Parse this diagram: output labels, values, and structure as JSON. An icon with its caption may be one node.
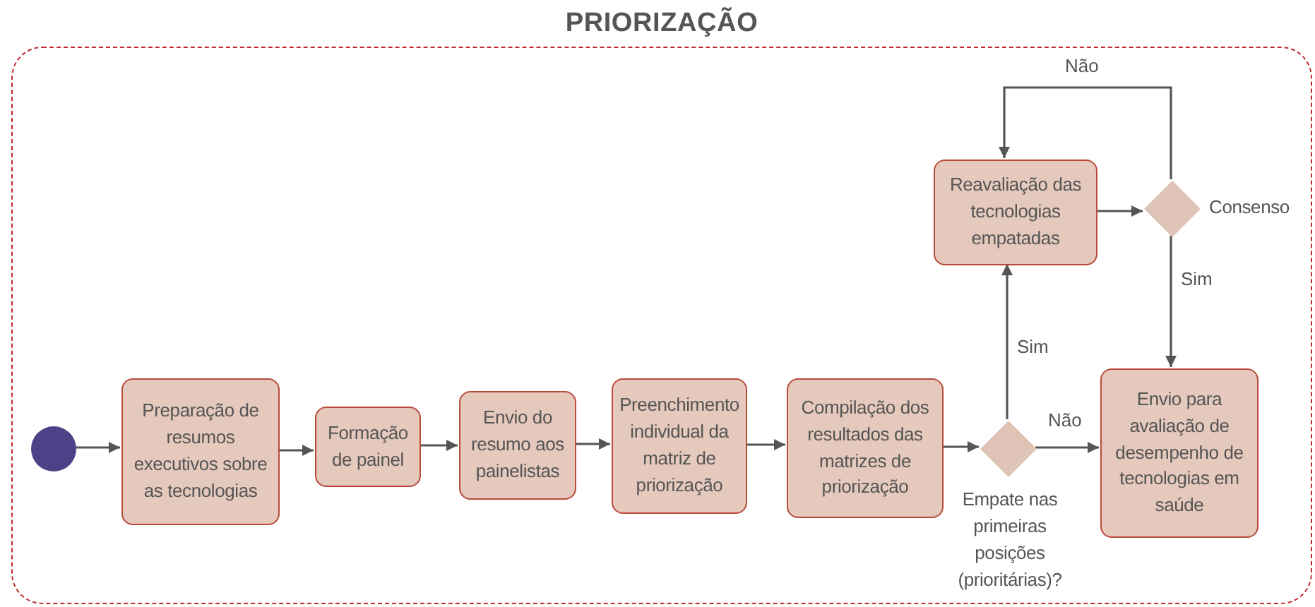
{
  "diagram": {
    "nodes": [
      {
        "text": [
          "PRIORIZAÇÃO"
        ]
      },
      {
        "text": [],
        "shape": "circle",
        "in": 0
      },
      {
        "text": [
          "Preparação de resumos executivos sobre as tecnologias"
        ],
        "in": 0
      },
      {
        "text": [
          "Formação de painel"
        ],
        "in": 0
      },
      {
        "text": [
          "Envio do resumo aos painelistas"
        ],
        "in": 0
      },
      {
        "text": [
          "Preenchimento individual da matriz de priorização"
        ],
        "in": 0
      },
      {
        "text": [
          "Compilação dos resultados das matrizes de priorização"
        ],
        "in": 0
      },
      {
        "text": [],
        "shape": "diamond",
        "in": 0,
        "beside": [
          "Empate nas primeiras posições (prioritárias)?"
        ]
      },
      {
        "text": [
          "Reavaliação das tecnologias empatadas"
        ],
        "in": 0
      },
      {
        "text": [],
        "shape": "diamond",
        "in": 0,
        "beside": [
          "Consenso"
        ]
      },
      {
        "text": [
          "Envio para avaliação de desempenho de tecnologias em saúde"
        ],
        "in": 0
      }
    ],
    "edges": [
      {
        "from": 1,
        "to": 2,
        "arrow": "to"
      },
      {
        "from": 2,
        "to": 3,
        "arrow": "to"
      },
      {
        "from": 3,
        "to": 4,
        "arrow": "to"
      },
      {
        "from": 4,
        "to": 5,
        "arrow": "to"
      },
      {
        "from": 5,
        "to": 6,
        "arrow": "to"
      },
      {
        "from": 6,
        "to": 7,
        "arrow": "to"
      },
      {
        "from": 7,
        "to": 8,
        "arrow": "to",
        "label": "Sim"
      },
      {
        "from": 7,
        "to": 10,
        "arrow": "to",
        "label": "Não"
      },
      {
        "from": 8,
        "to": 9,
        "arrow": "to"
      },
      {
        "from": 9,
        "to": 8,
        "arrow": "to",
        "label": "Não"
      },
      {
        "from": 9,
        "to": 10,
        "arrow": "to",
        "label": "Sim"
      }
    ]
  }
}
